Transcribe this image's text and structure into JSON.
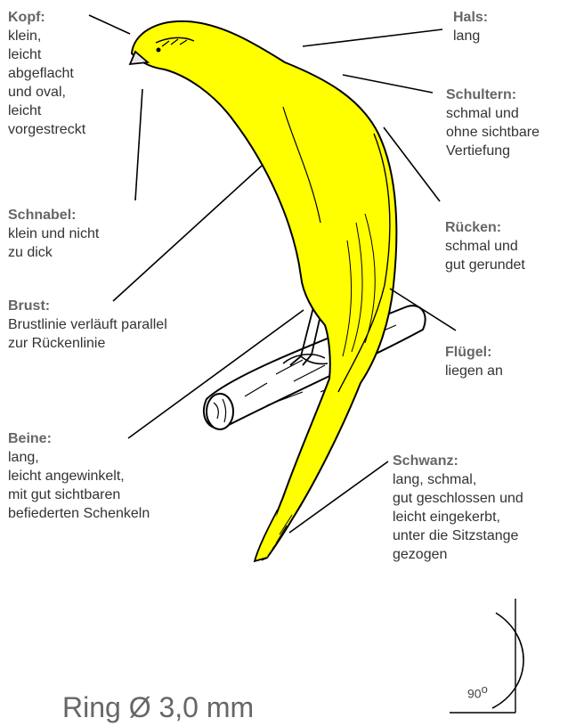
{
  "colors": {
    "bird_fill": "#ffff00",
    "outline": "#000000",
    "title_text": "#666666",
    "body_text": "#333333"
  },
  "labels": {
    "kopf": {
      "title": "Kopf:",
      "text": "klein,\nleicht\nabgeflacht\nund oval,\nleicht\nvorgestreckt"
    },
    "hals": {
      "title": "Hals:",
      "text": "lang"
    },
    "schultern": {
      "title": "Schultern:",
      "text": "schmal und\nohne sichtbare\nVertiefung"
    },
    "schnabel": {
      "title": "Schnabel:",
      "text": "klein und nicht\nzu dick"
    },
    "ruecken": {
      "title": "Rücken:",
      "text": "schmal und\ngut gerundet"
    },
    "brust": {
      "title": "Brust:",
      "text": "Brustlinie verläuft parallel\nzur Rückenlinie"
    },
    "fluegel": {
      "title": "Flügel:",
      "text": "liegen  an"
    },
    "beine": {
      "title": "Beine:",
      "text": "lang,\nleicht angewinkelt,\nmit gut sichtbaren\nbefiederten Schenkeln"
    },
    "schwanz": {
      "title": "Schwanz:",
      "text": "lang, schmal,\ngut geschlossen und\nleicht eingekerbt,\nunter die Sitzstange\ngezogen"
    }
  },
  "ring": "Ring Ø 3,0 mm",
  "angle": {
    "value": "90",
    "unit": "o"
  }
}
